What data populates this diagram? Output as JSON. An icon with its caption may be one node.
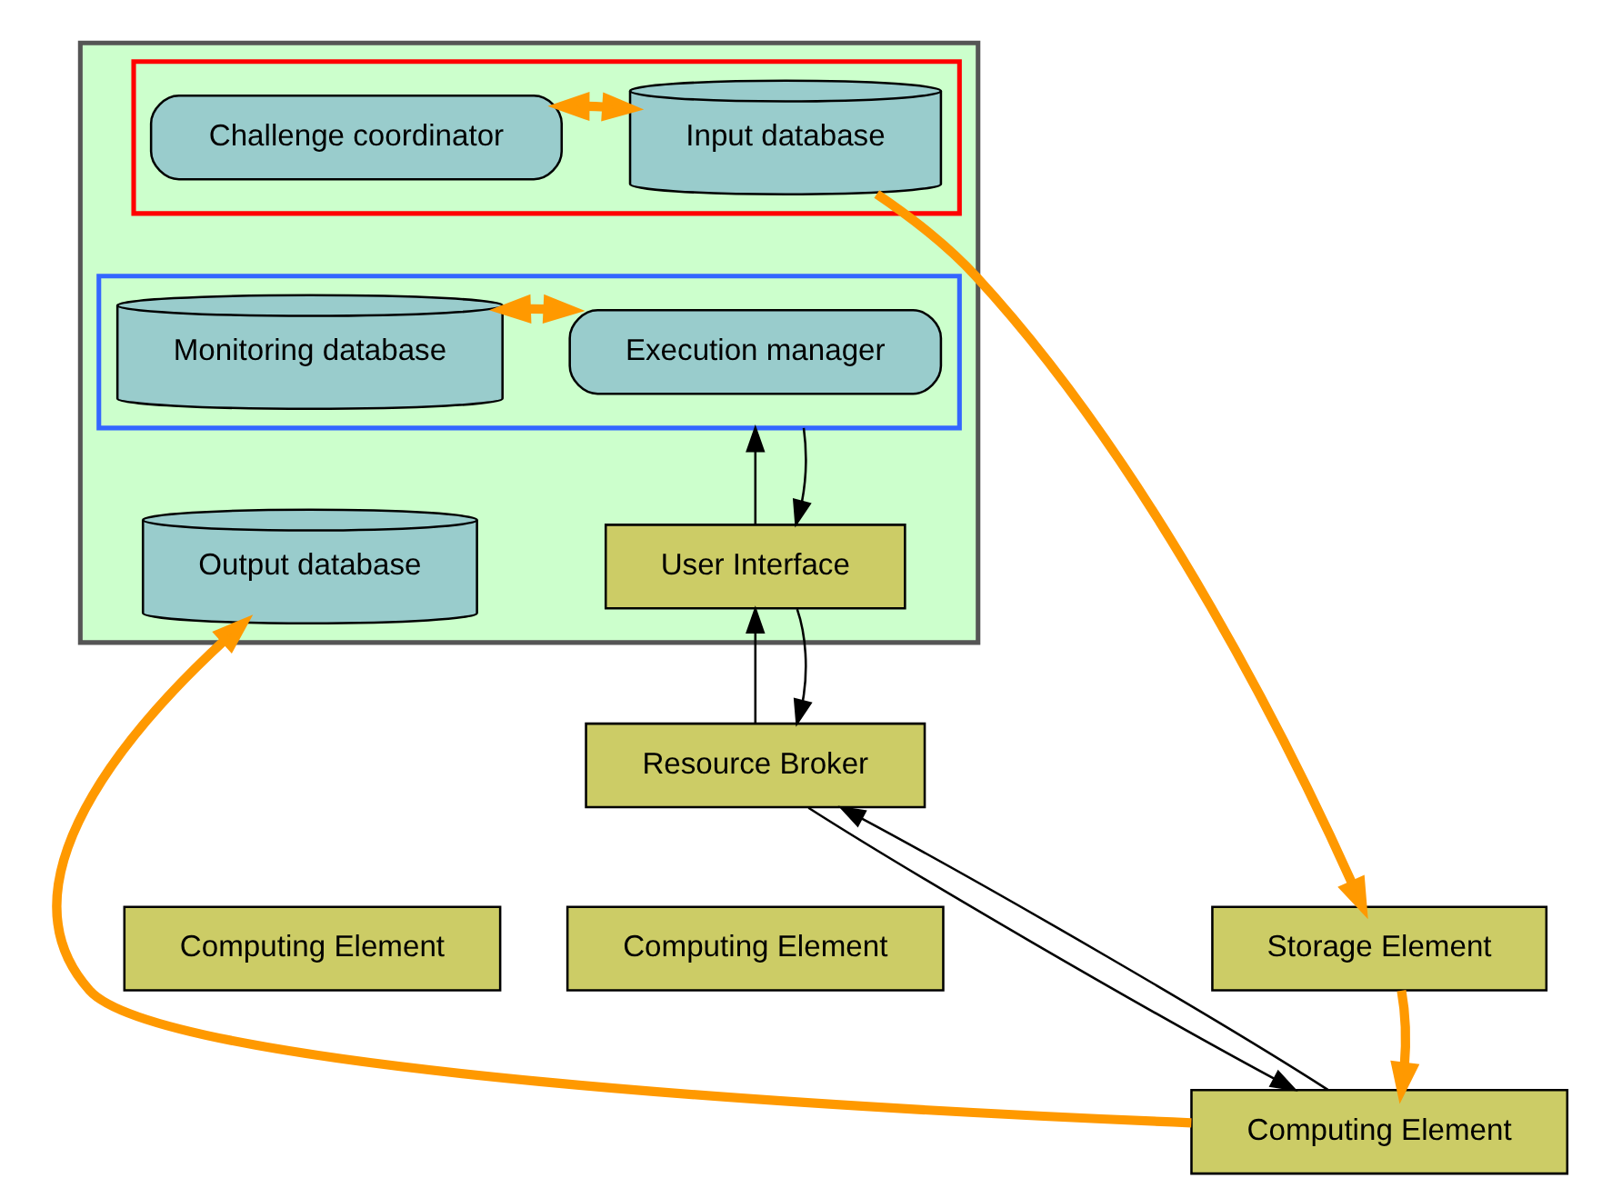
{
  "diagram": {
    "nodes": [
      {
        "text": [],
        "shape": "box"
      },
      {
        "text": [],
        "shape": "box",
        "in": 0
      },
      {
        "text": [
          "Challenge coordinator"
        ],
        "in": 1
      },
      {
        "text": [
          "Input database"
        ],
        "in": 1
      },
      {
        "text": [],
        "shape": "box",
        "in": 0
      },
      {
        "text": [
          "Execution manager"
        ],
        "in": 4
      },
      {
        "text": [
          "Monitoring database"
        ],
        "in": 4
      },
      {
        "text": [
          "Output database"
        ],
        "in": 0
      },
      {
        "text": [
          "User Interface"
        ],
        "in": 0
      },
      {
        "text": [
          "Resource Broker"
        ]
      },
      {
        "text": [
          "Storage Element"
        ]
      },
      {
        "text": [
          "Computing Element"
        ]
      },
      {
        "text": [
          "Computing Element"
        ]
      },
      {
        "text": [
          "Computing Element"
        ]
      }
    ],
    "edges": [
      {
        "from": 2,
        "to": 3,
        "arrow": "both",
        "style": "thick",
        "color": "#ff9900"
      },
      {
        "from": 5,
        "to": 6,
        "arrow": "both",
        "style": "thick",
        "color": "#ff9900"
      },
      {
        "from": 8,
        "to": 4,
        "arrow": "to"
      },
      {
        "from": 4,
        "to": 8,
        "arrow": "to"
      },
      {
        "from": 9,
        "to": 8,
        "arrow": "to"
      },
      {
        "from": 8,
        "to": 9,
        "arrow": "to"
      },
      {
        "from": 13,
        "to": 9,
        "arrow": "to"
      },
      {
        "from": 9,
        "to": 13,
        "arrow": "to"
      },
      {
        "from": 3,
        "to": 10,
        "arrow": "to",
        "style": "thick",
        "color": "#ff9900"
      },
      {
        "from": 13,
        "to": 7,
        "arrow": "to",
        "style": "thick",
        "color": "#ff9900"
      },
      {
        "from": 10,
        "to": 13,
        "arrow": "to",
        "style": "thick",
        "color": "#ff9900"
      }
    ]
  }
}
